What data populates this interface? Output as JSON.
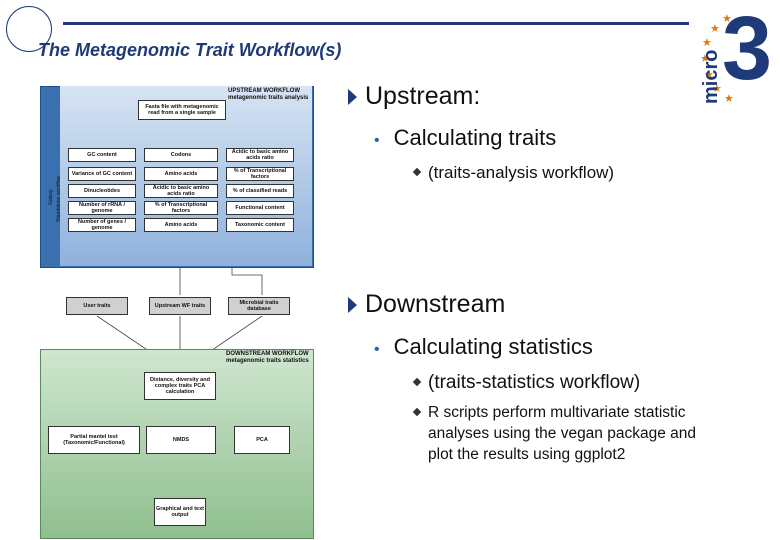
{
  "slide": {
    "title": "The Metagenomic Trait Workflow(s)"
  },
  "logo": {
    "digit": "3",
    "word": "micro"
  },
  "bullets": {
    "upstream": {
      "label": "Upstream:",
      "sub": "Calculating traits",
      "items": [
        "(traits-analysis workflow)"
      ]
    },
    "downstream": {
      "label": "Downstream",
      "sub": "Calculating statistics",
      "items": [
        "(traits-statistics workflow)",
        "R scripts perform multivariate statistic analyses using the vegan package and plot the results using ggplot2"
      ]
    }
  },
  "diagram": {
    "upstream_header": "UPSTREAM WORKFLOW\nmetagenomic traits analysis",
    "input_node": "Fasta file with metagenomic\nread from a single sample",
    "side_label_a": "Galaxy",
    "side_label_b": "Standalone workflow",
    "trait_nodes": [
      "GC content",
      "Codons",
      "Acidic to basic amino acids ratio",
      "Variance of GC content",
      "Amino acids",
      "% of Transcriptional factors",
      "Dinucleotides",
      "Acidic to basic amino acids ratio",
      "% of classified reads",
      "Number of rRNA / genome",
      "% of Transcriptional factors",
      "Functional content",
      "Number of genes / genome",
      "Amino acids",
      "Taxonomic content"
    ],
    "mid_nodes": [
      "User traits",
      "Upstream WF traits",
      "Microbial traits database"
    ],
    "downstream_header": "DOWNSTREAM WORKFLOW\nmetagenomic traits statistics",
    "stat_node": "Distance, diversity and complex traits PCA calculation",
    "analysis_nodes": [
      "Partial mantel test (Taxonomic/Functional)",
      "NMDS",
      "PCA"
    ],
    "output_node": "Graphical and text output"
  },
  "colors": {
    "title": "#1f3a78",
    "upstream_panel": "#3a6fb0",
    "downstream_panel": "#8fbf8f",
    "bullet_dot": "#2a63b8",
    "stars": "#e07a10"
  }
}
